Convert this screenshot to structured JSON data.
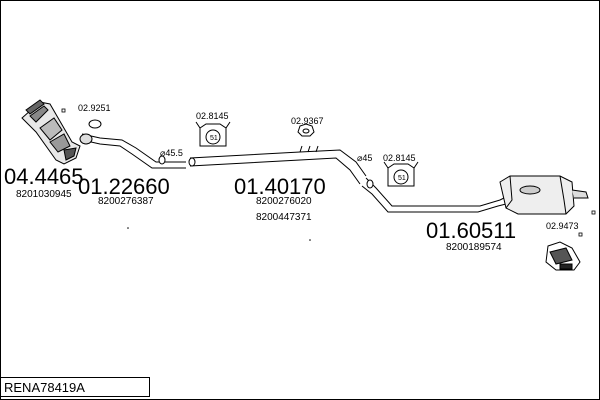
{
  "diagram": {
    "reference": "RENA78419A",
    "parts": [
      {
        "number": "04.4465",
        "oem": "8201030945"
      },
      {
        "number": "01.22660",
        "oem": "8200276387"
      },
      {
        "number": "01.40170",
        "oem": [
          "8200276020",
          "8200447371"
        ]
      },
      {
        "number": "01.60511",
        "oem": "8200189574"
      }
    ],
    "fittings": {
      "gasket_1": "02.9251",
      "clamp_1": "02.8145",
      "hanger": "02.9367",
      "clamp_2": "02.8145",
      "mount": "02.9473"
    },
    "diameters": {
      "d1": "⌀45.5",
      "d2": "⌀45"
    },
    "clamp_badge": "51"
  }
}
